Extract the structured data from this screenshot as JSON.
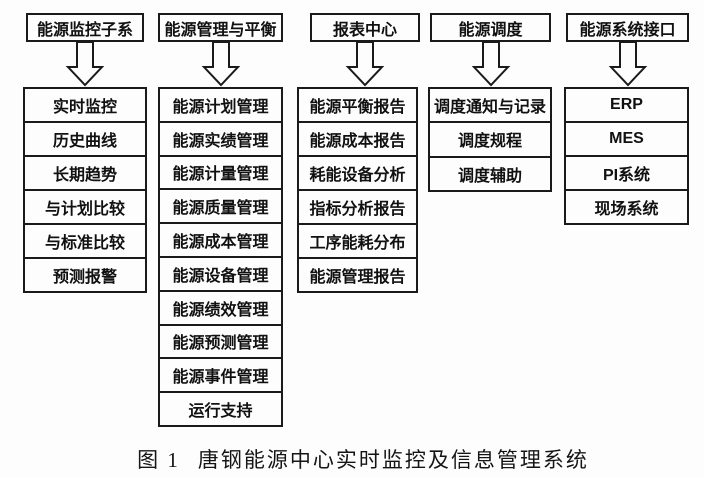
{
  "caption": {
    "prefix": "图 1",
    "title": "唐钢能源中心实时监控及信息管理系统"
  },
  "columns": [
    {
      "header": "能源监控子系",
      "items": [
        "实时监控",
        "历史曲线",
        "长期趋势",
        "与计划比较",
        "与标准比较",
        "预测报警"
      ]
    },
    {
      "header": "能源管理与平衡",
      "items": [
        "能源计划管理",
        "能源实绩管理",
        "能源计量管理",
        "能源质量管理",
        "能源成本管理",
        "能源设备管理",
        "能源绩效管理",
        "能源预测管理",
        "能源事件管理",
        "运行支持"
      ]
    },
    {
      "header": "报表中心",
      "items": [
        "能源平衡报告",
        "能源成本报告",
        "耗能设备分析",
        "指标分析报告",
        "工序能耗分布",
        "能源管理报告"
      ]
    },
    {
      "header": "能源调度",
      "items": [
        "调度通知与记录",
        "调度规程",
        "调度辅助"
      ]
    },
    {
      "header": "能源系统接口",
      "items": [
        "ERP",
        "MES",
        "PI系统",
        "现场系统"
      ]
    }
  ],
  "colors": {
    "border": "#1a1a1a",
    "background": "#fdfdfd",
    "text": "#111111"
  }
}
